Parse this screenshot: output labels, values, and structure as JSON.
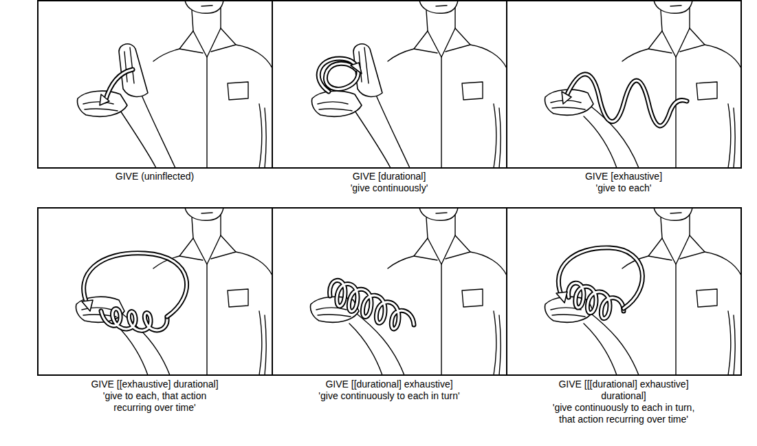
{
  "diagram": {
    "labels": [
      "GIVE (uninflected)",
      "GIVE [durational]",
      "'give continuously'",
      "GIVE [exhaustive]",
      "'give to each'",
      "GIVE [[exhaustive] durational]",
      "'give to each, that action",
      "recurring over time'",
      "GIVE [[durational] exhaustive]",
      "'give continuously to each in turn'",
      "GIVE [[[durational] exhaustive]",
      "durational]",
      "'give continuously to each in turn,",
      "that action recurring over time'"
    ]
  }
}
